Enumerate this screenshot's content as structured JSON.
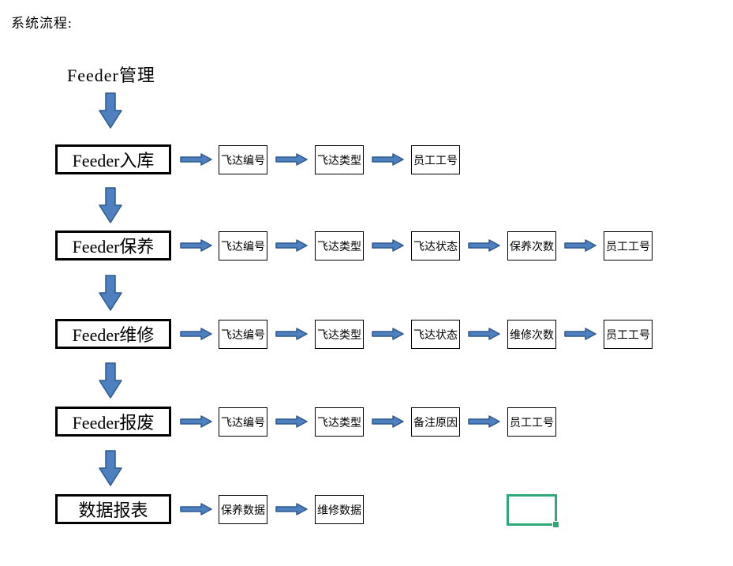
{
  "header": {
    "label": "系统流程:"
  },
  "flow": {
    "title": "Feeder管理"
  },
  "rows": [
    {
      "main": "Feeder入库",
      "items": [
        "飞达编号",
        "飞达类型",
        "员工工号"
      ]
    },
    {
      "main": "Feeder保养",
      "items": [
        "飞达编号",
        "飞达类型",
        "飞达状态",
        "保养次数",
        "员工工号"
      ]
    },
    {
      "main": "Feeder维修",
      "items": [
        "飞达编号",
        "飞达类型",
        "飞达状态",
        "维修次数",
        "员工工号"
      ]
    },
    {
      "main": "Feeder报废",
      "items": [
        "飞达编号",
        "飞达类型",
        "备注原因",
        "员工工号"
      ]
    },
    {
      "main": "数据报表",
      "items": [
        "保养数据",
        "维修数据"
      ]
    }
  ],
  "colors": {
    "arrow_fill": "#4e7fbe",
    "arrow_border": "#2f5b8e",
    "box_border": "#000000",
    "selection_green": "#2fa979",
    "text": "#000000",
    "background": "#ffffff"
  }
}
